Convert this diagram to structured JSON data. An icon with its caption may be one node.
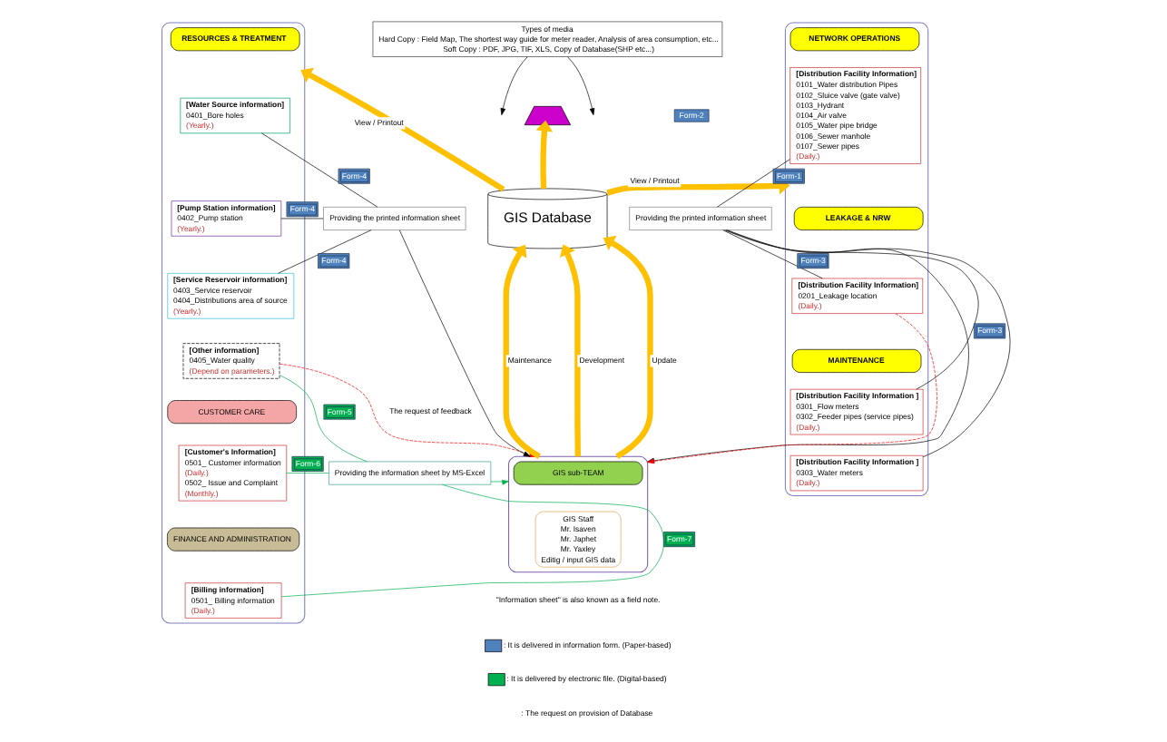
{
  "diagram": {
    "nodes": [
      {
        "text": [],
        "shape": "box"
      },
      {
        "text": [
          "RESOURCES & TREATMENT"
        ],
        "in": 0
      },
      {
        "text": [
          "[Water Source information]",
          "0401_Bore holes",
          "(Yearly.)"
        ],
        "in": 0
      },
      {
        "text": [
          "[Pump Station information]",
          "0402_Pump station",
          "(Yearly.)"
        ],
        "in": 0
      },
      {
        "text": [
          "[Service Reservoir information]",
          "0403_Service reservoir",
          "0404_Distributions area of source",
          "(Yearly.)"
        ],
        "in": 0
      },
      {
        "text": [
          "[Other information]",
          "0405_Water quality",
          "(Depend on parameters.)"
        ],
        "in": 0
      },
      {
        "text": [
          "CUSTOMER CARE"
        ],
        "in": 0
      },
      {
        "text": [
          "[Customer's Information]",
          "0501_ Customer information",
          "(Daily.)",
          "0502_ Issue and Complaint",
          "(Monthly.)"
        ],
        "in": 0
      },
      {
        "text": [
          "FINANCE AND ADMINISTRATION"
        ],
        "in": 0
      },
      {
        "text": [
          "[Billing information]",
          "0501_ Billing information",
          "(Daily.)"
        ],
        "in": 0
      },
      {
        "text": [],
        "shape": "box"
      },
      {
        "text": [
          "NETWORK OPERATIONS"
        ],
        "in": 10
      },
      {
        "text": [
          "[Distribution Facility Information]",
          "0101_Water distribution Pipes",
          "0102_Sluice valve (gate valve)",
          "0103_Hydrant",
          "0104_Air valve",
          "0105_Water pipe bridge",
          "0106_Sewer manhole",
          "0107_Sewer pipes",
          "(Daily.)"
        ],
        "in": 10
      },
      {
        "text": [
          "LEAKAGE & NRW"
        ],
        "in": 10
      },
      {
        "text": [
          "[Distribution Facility Information]",
          "0201_Leakage location",
          "(Daily.)"
        ],
        "in": 10
      },
      {
        "text": [
          "MAINTENANCE"
        ],
        "in": 10
      },
      {
        "text": [
          "[Distribution Facility Information ]",
          "0301_Flow meters",
          "0302_Feeder pipes (service pipes)",
          "(Daily.)"
        ],
        "in": 10
      },
      {
        "text": [
          "[Distribution Facility Information ]",
          "0303_Water meters",
          "(Daily.)"
        ],
        "in": 10
      },
      {
        "text": [
          "Types of media",
          "Hard Copy : Field Map, The shortest way guide for meter reader, Analysis of area consumption, etc...",
          "Soft Copy : PDF, JPG, TIF, XLS, Copy of Database(SHP etc...)"
        ]
      },
      {
        "text": [],
        "shape": "trapezoid"
      },
      {
        "text": [
          "GIS Database"
        ]
      },
      {
        "text": [],
        "shape": "box"
      },
      {
        "text": [
          "GIS sub-TEAM"
        ],
        "in": 21
      },
      {
        "text": [
          "GIS Staff",
          "Mr. Isaven",
          "Mr. Japhet",
          "Mr. Yaxley",
          "Editig / input GIS data"
        ],
        "in": 21
      },
      {
        "text": [
          "Providing the printed information sheet"
        ]
      },
      {
        "text": [
          "Providing the information sheet by MS-Excel"
        ]
      },
      {
        "text": [
          "Providing the printed information sheet"
        ]
      }
    ],
    "edges": [
      {
        "from": 2,
        "to": 24,
        "arrow": "none",
        "label": "Form-4"
      },
      {
        "from": 3,
        "to": 24,
        "arrow": "none",
        "label": "Form-4"
      },
      {
        "from": 4,
        "to": 24,
        "arrow": "none",
        "label": "Form-4"
      },
      {
        "from": 24,
        "to": 21,
        "arrow": "to"
      },
      {
        "from": 5,
        "to": 25,
        "arrow": "none",
        "label": "Form-5",
        "color": "#00b050"
      },
      {
        "from": 7,
        "to": 25,
        "arrow": "none",
        "label": "Form-6",
        "color": "#00b050"
      },
      {
        "from": 9,
        "to": 25,
        "arrow": "none",
        "label": "Form-7",
        "color": "#00b050"
      },
      {
        "from": 25,
        "to": 21,
        "arrow": "to",
        "color": "#00b050"
      },
      {
        "from": 12,
        "to": 26,
        "arrow": "none",
        "label": "Form-1"
      },
      {
        "from": 14,
        "to": 26,
        "arrow": "none",
        "label": "Form-3"
      },
      {
        "from": 16,
        "to": 26,
        "arrow": "none",
        "label": "Form-3"
      },
      {
        "from": 17,
        "to": 26,
        "arrow": "none"
      },
      {
        "from": 26,
        "to": 21,
        "arrow": "to"
      },
      {
        "from": 5,
        "to": 21,
        "arrow": "to",
        "style": "dashed",
        "color": "#ff0000",
        "label": "The request of feedback"
      },
      {
        "from": 14,
        "to": 21,
        "arrow": "to",
        "style": "dashed",
        "color": "#ff0000"
      },
      {
        "from": 20,
        "to": 0,
        "arrow": "to",
        "style": "thick",
        "color": "#ffc000",
        "label": "View / Printout"
      },
      {
        "from": 20,
        "to": 10,
        "arrow": "to",
        "style": "thick",
        "color": "#ffc000",
        "label": "View / Printout"
      },
      {
        "from": 20,
        "to": 19,
        "arrow": "to",
        "style": "thick",
        "color": "#ffc000"
      },
      {
        "from": 21,
        "to": 20,
        "arrow": "to",
        "style": "thick",
        "color": "#ffc000",
        "label": "Development"
      },
      {
        "from": 21,
        "to": 20,
        "arrow": "to",
        "style": "thick",
        "color": "#ffc000",
        "label": "Update"
      },
      {
        "from": 21,
        "to": 20,
        "arrow": "to",
        "style": "thick",
        "color": "#ffc000",
        "label": "Maintenance"
      },
      {
        "from": 18,
        "to": null,
        "arrow": "to"
      },
      {
        "from": 18,
        "to": null,
        "arrow": "to"
      }
    ],
    "labels": [
      "Form-2",
      "\"Information sheet\" is also known as a field note."
    ],
    "legend": [
      {
        "text": ": It is delivered in information form. (Paper-based)",
        "color": "#4f81bd"
      },
      {
        "text": ": It is delivered by electronic file. (Digital-based)",
        "color": "#00b050"
      },
      {
        "text": ": The request on provision of Database"
      }
    ]
  }
}
